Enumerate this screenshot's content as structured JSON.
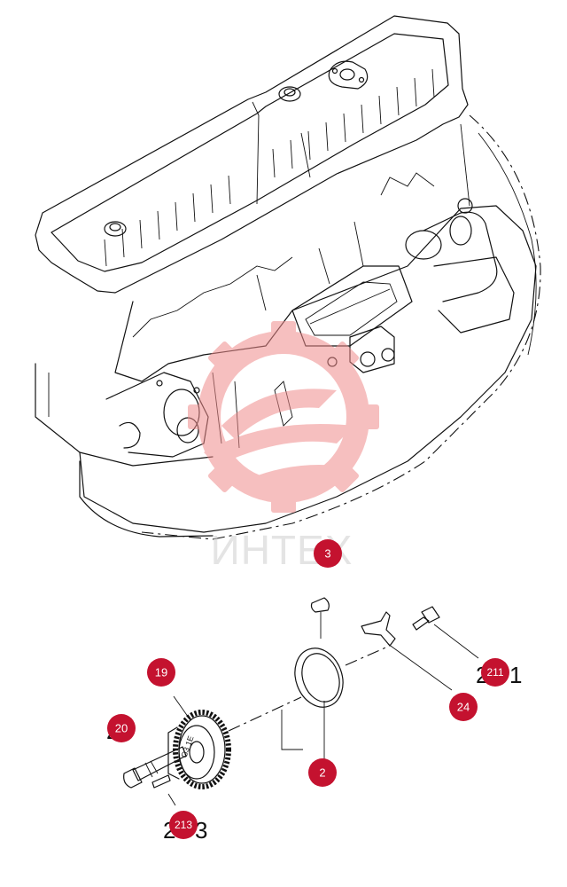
{
  "watermark": {
    "text": "ИНТЕХ",
    "color": "#f08c8c",
    "icon": "gear-icon"
  },
  "callouts": [
    {
      "id": "3",
      "label": "3"
    },
    {
      "id": "19",
      "label": "19"
    },
    {
      "id": "20",
      "label": "20"
    },
    {
      "id": "2",
      "label": "2"
    },
    {
      "id": "211",
      "label": "211"
    },
    {
      "id": "24",
      "label": "24"
    },
    {
      "id": "213",
      "label": "213"
    }
  ],
  "callout_color": "#c4122f"
}
